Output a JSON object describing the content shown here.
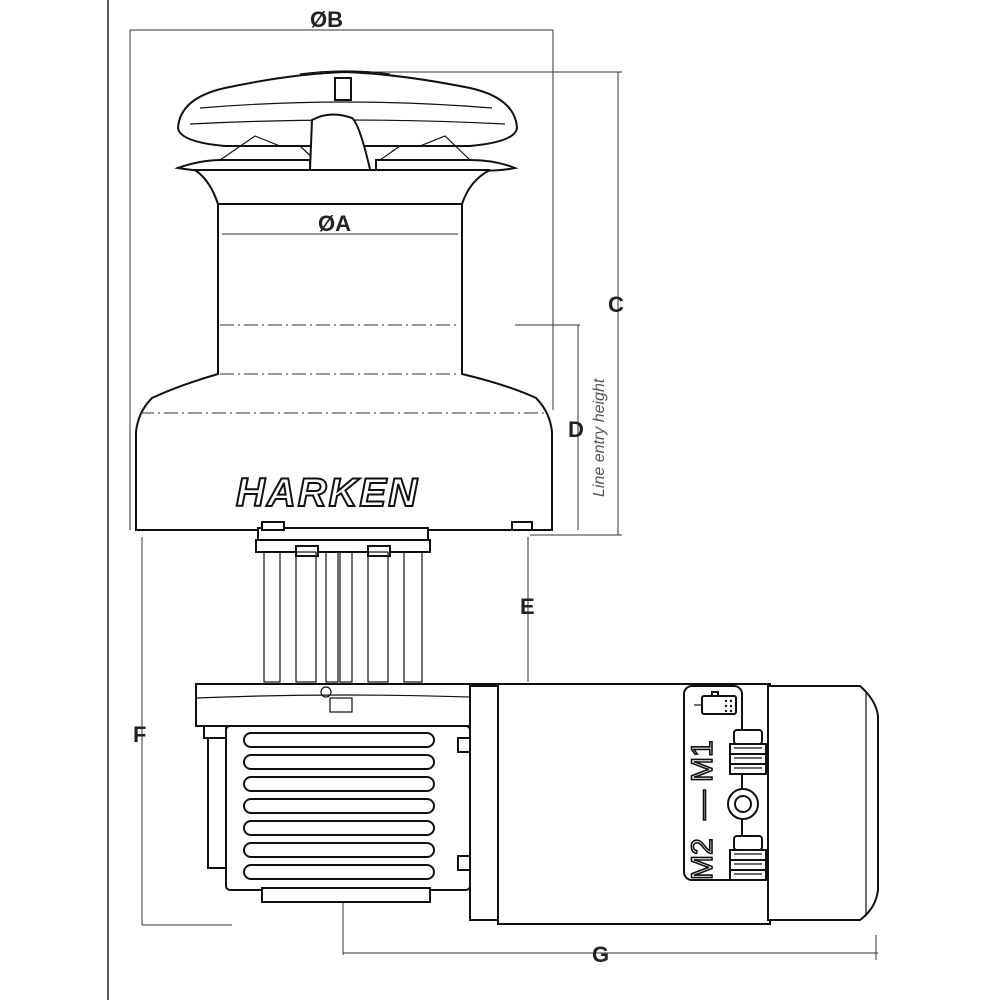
{
  "dimensions": {
    "dia_b": "ØB",
    "dia_a": "ØA",
    "c": "C",
    "d": "D",
    "e": "E",
    "f": "F",
    "g": "G",
    "line_entry": "Line entry height"
  },
  "brand": "HARKEN",
  "terminals": {
    "m1": "M1",
    "dash": "—",
    "m2": "M2"
  }
}
